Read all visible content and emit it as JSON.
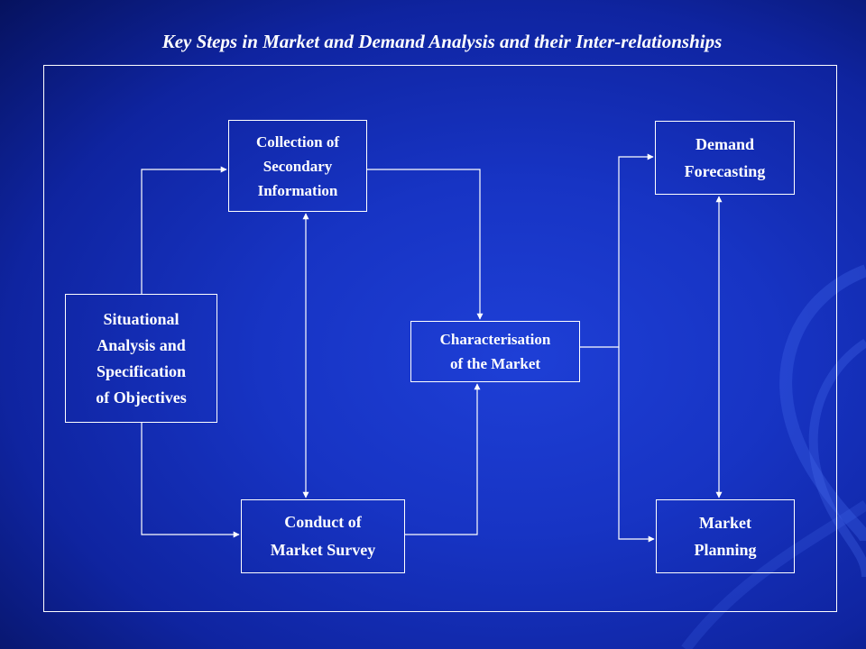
{
  "title": "Key Steps in Market and Demand Analysis and their Inter-relationships",
  "colors": {
    "background": "#1734c4",
    "line": "#ffffff",
    "text": "#ffffff"
  },
  "nodes": {
    "situational": "Situational\nAnalysis and\nSpecification\nof Objectives",
    "collection": "Collection of\nSecondary\nInformation",
    "conduct": "Conduct of\nMarket Survey",
    "characterisation": "Characterisation\nof the Market",
    "demand": "Demand\nForecasting",
    "planning": "Market\nPlanning"
  },
  "edges": [
    {
      "from": "situational",
      "to": "collection",
      "direction": "forward"
    },
    {
      "from": "situational",
      "to": "conduct",
      "direction": "forward"
    },
    {
      "from": "collection",
      "to": "conduct",
      "direction": "both"
    },
    {
      "from": "collection",
      "to": "characterisation",
      "direction": "forward"
    },
    {
      "from": "conduct",
      "to": "characterisation",
      "direction": "forward"
    },
    {
      "from": "characterisation",
      "to": "demand",
      "direction": "forward"
    },
    {
      "from": "characterisation",
      "to": "planning",
      "direction": "forward"
    },
    {
      "from": "demand",
      "to": "planning",
      "direction": "both"
    }
  ]
}
